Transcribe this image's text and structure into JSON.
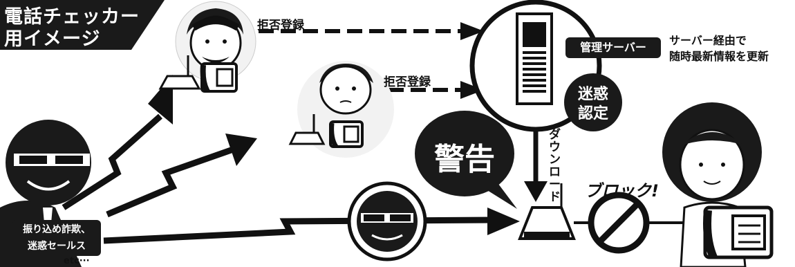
{
  "title": {
    "line1": "電話チェッカー",
    "line2": "用イメージ"
  },
  "labels": {
    "reject_top": "拒否登録",
    "reject_mid": "拒否登録",
    "server": "管理サーバー",
    "server_note_line1": "サーバー経由で",
    "server_note_line2": "随時最新情報を更新",
    "meiwaku_line1": "迷惑",
    "meiwaku_line2": "認定",
    "download": "ダウンロード",
    "warning": "警告",
    "block": "ブロック!",
    "scam_line1": "振り込め詐欺、",
    "scam_line2": "迷惑セールス",
    "etc": "etc···"
  },
  "colors": {
    "ink": "#111111",
    "paper": "#ffffff",
    "fill_gray": "#d9d9d9"
  },
  "icons": [
    "scammer-figure",
    "man-figure",
    "boy-figure",
    "woman-figure",
    "phone-icon",
    "router-icon",
    "server-icon",
    "no-entry-icon",
    "villain-figure"
  ]
}
